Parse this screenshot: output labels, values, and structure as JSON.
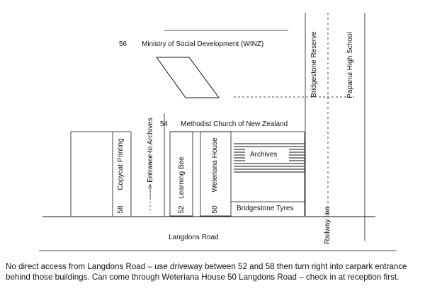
{
  "map": {
    "buildings": {
      "winz": {
        "number": "56",
        "name": "Ministry of Social Development (WINZ)"
      },
      "methodist": {
        "number": "54",
        "name": "Methodist Church of New Zealand"
      },
      "archives": {
        "name": "Archives"
      },
      "copycat": {
        "number": "58",
        "name": "Copycat Printing"
      },
      "learning_bee": {
        "number": "52",
        "name": "Learning Bee"
      },
      "weteriana": {
        "number": "50",
        "name": "Weteriana House"
      },
      "bridgestone_tyres": {
        "name": "Bridgestone Tyres"
      }
    },
    "entrance_label": "----> Entrance to Archives",
    "roads": {
      "langdons": "Langdons Road",
      "railway": "Railway line",
      "reserve": "Bridgestone Reserve",
      "school": "Papanui High School"
    }
  },
  "note": "No direct access from Langdons Road – use driveway between 52 and 58 then turn right into carpark entrance behind those buildings.  Can come through Weteriana House 50 Langdons Road – check in at reception first."
}
